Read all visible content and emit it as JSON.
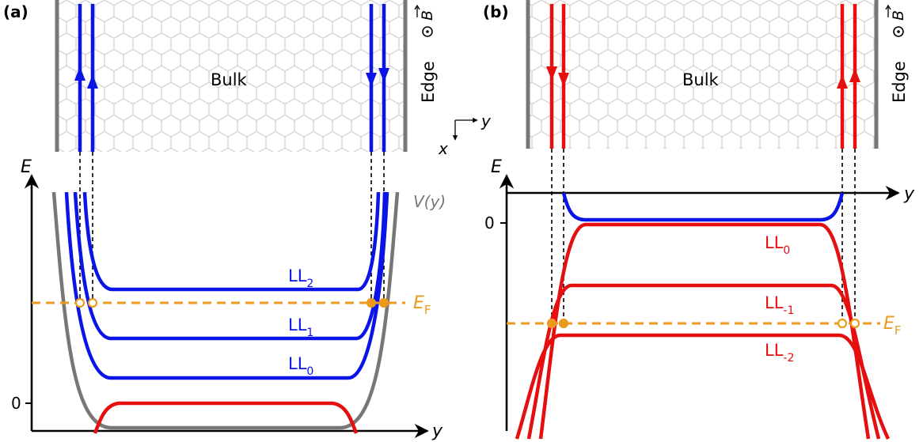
{
  "colors": {
    "blue": "#0a14e6",
    "red": "#e60f0f",
    "orange": "#ec9a1e",
    "gray": "#777777",
    "lattice": "#cfcfcf",
    "axis": "#000000"
  },
  "panels": {
    "a": {
      "letter": "(a)",
      "bulk": "Bulk",
      "axis_e": "E",
      "axis_y": "y",
      "zero": "0",
      "potential": "V(y)",
      "ll": [
        {
          "base": "LL",
          "sub": "2"
        },
        {
          "base": "LL",
          "sub": "1"
        },
        {
          "base": "LL",
          "sub": "0"
        }
      ],
      "fermi": {
        "base": "E",
        "sub": "F"
      }
    },
    "b": {
      "letter": "(b)",
      "bulk": "Bulk",
      "edge": "Edge",
      "field": "⊙B⃗",
      "coord_x": "x",
      "coord_y": "y",
      "axis_e": "E",
      "axis_y": "y",
      "zero": "0",
      "ll": [
        {
          "base": "LL",
          "sub": "0"
        },
        {
          "base": "LL",
          "sub": "-1"
        },
        {
          "base": "LL",
          "sub": "-2"
        }
      ],
      "fermi": {
        "base": "E",
        "sub": "F"
      }
    },
    "a_edge": {
      "edge": "Edge",
      "field": "⊙B⃗"
    }
  }
}
